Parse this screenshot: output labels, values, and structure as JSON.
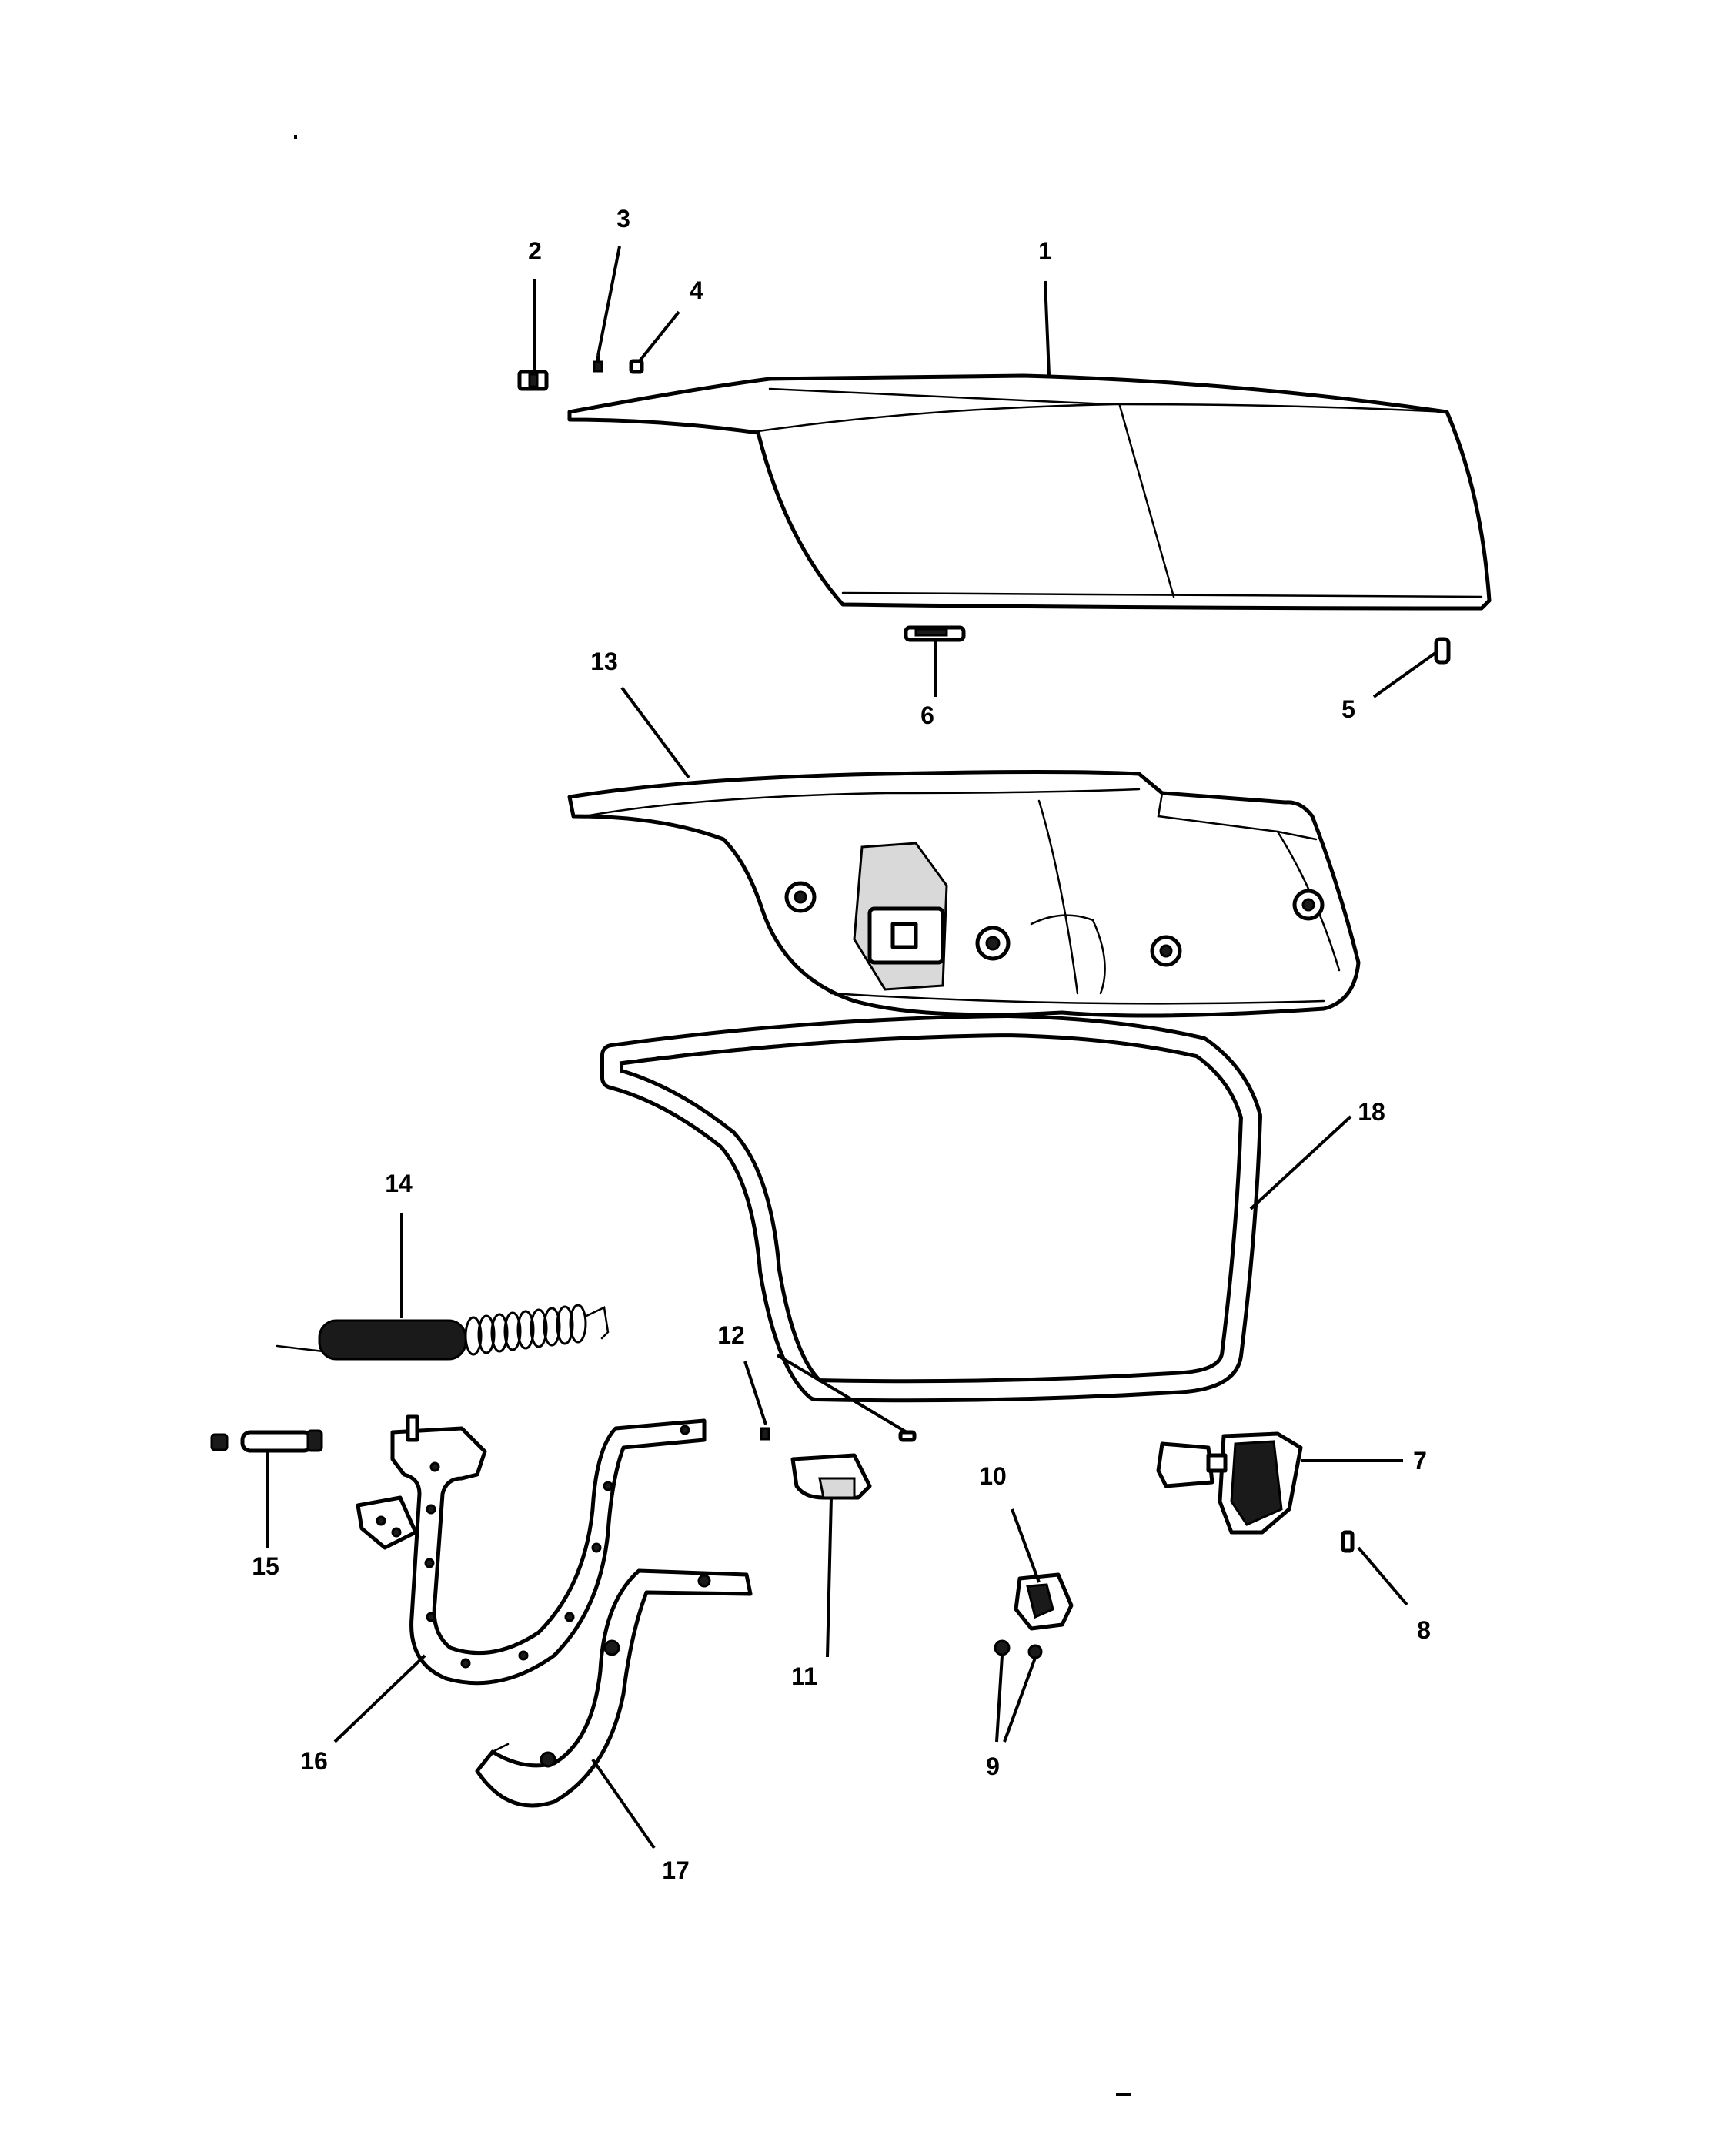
{
  "colors": {
    "line": "#000000",
    "background": "#ffffff",
    "shade": "#d9d9d9"
  },
  "callouts": [
    {
      "id": "1",
      "label": "1"
    },
    {
      "id": "2",
      "label": "2"
    },
    {
      "id": "3",
      "label": "3"
    },
    {
      "id": "4",
      "label": "4"
    },
    {
      "id": "5",
      "label": "5"
    },
    {
      "id": "6",
      "label": "6"
    },
    {
      "id": "7",
      "label": "7"
    },
    {
      "id": "8",
      "label": "8"
    },
    {
      "id": "9",
      "label": "9"
    },
    {
      "id": "10",
      "label": "10"
    },
    {
      "id": "11",
      "label": "11"
    },
    {
      "id": "12",
      "label": "12"
    },
    {
      "id": "13",
      "label": "13"
    },
    {
      "id": "14",
      "label": "14"
    },
    {
      "id": "15",
      "label": "15"
    },
    {
      "id": "16",
      "label": "16"
    },
    {
      "id": "17",
      "label": "17"
    },
    {
      "id": "18",
      "label": "18"
    }
  ]
}
